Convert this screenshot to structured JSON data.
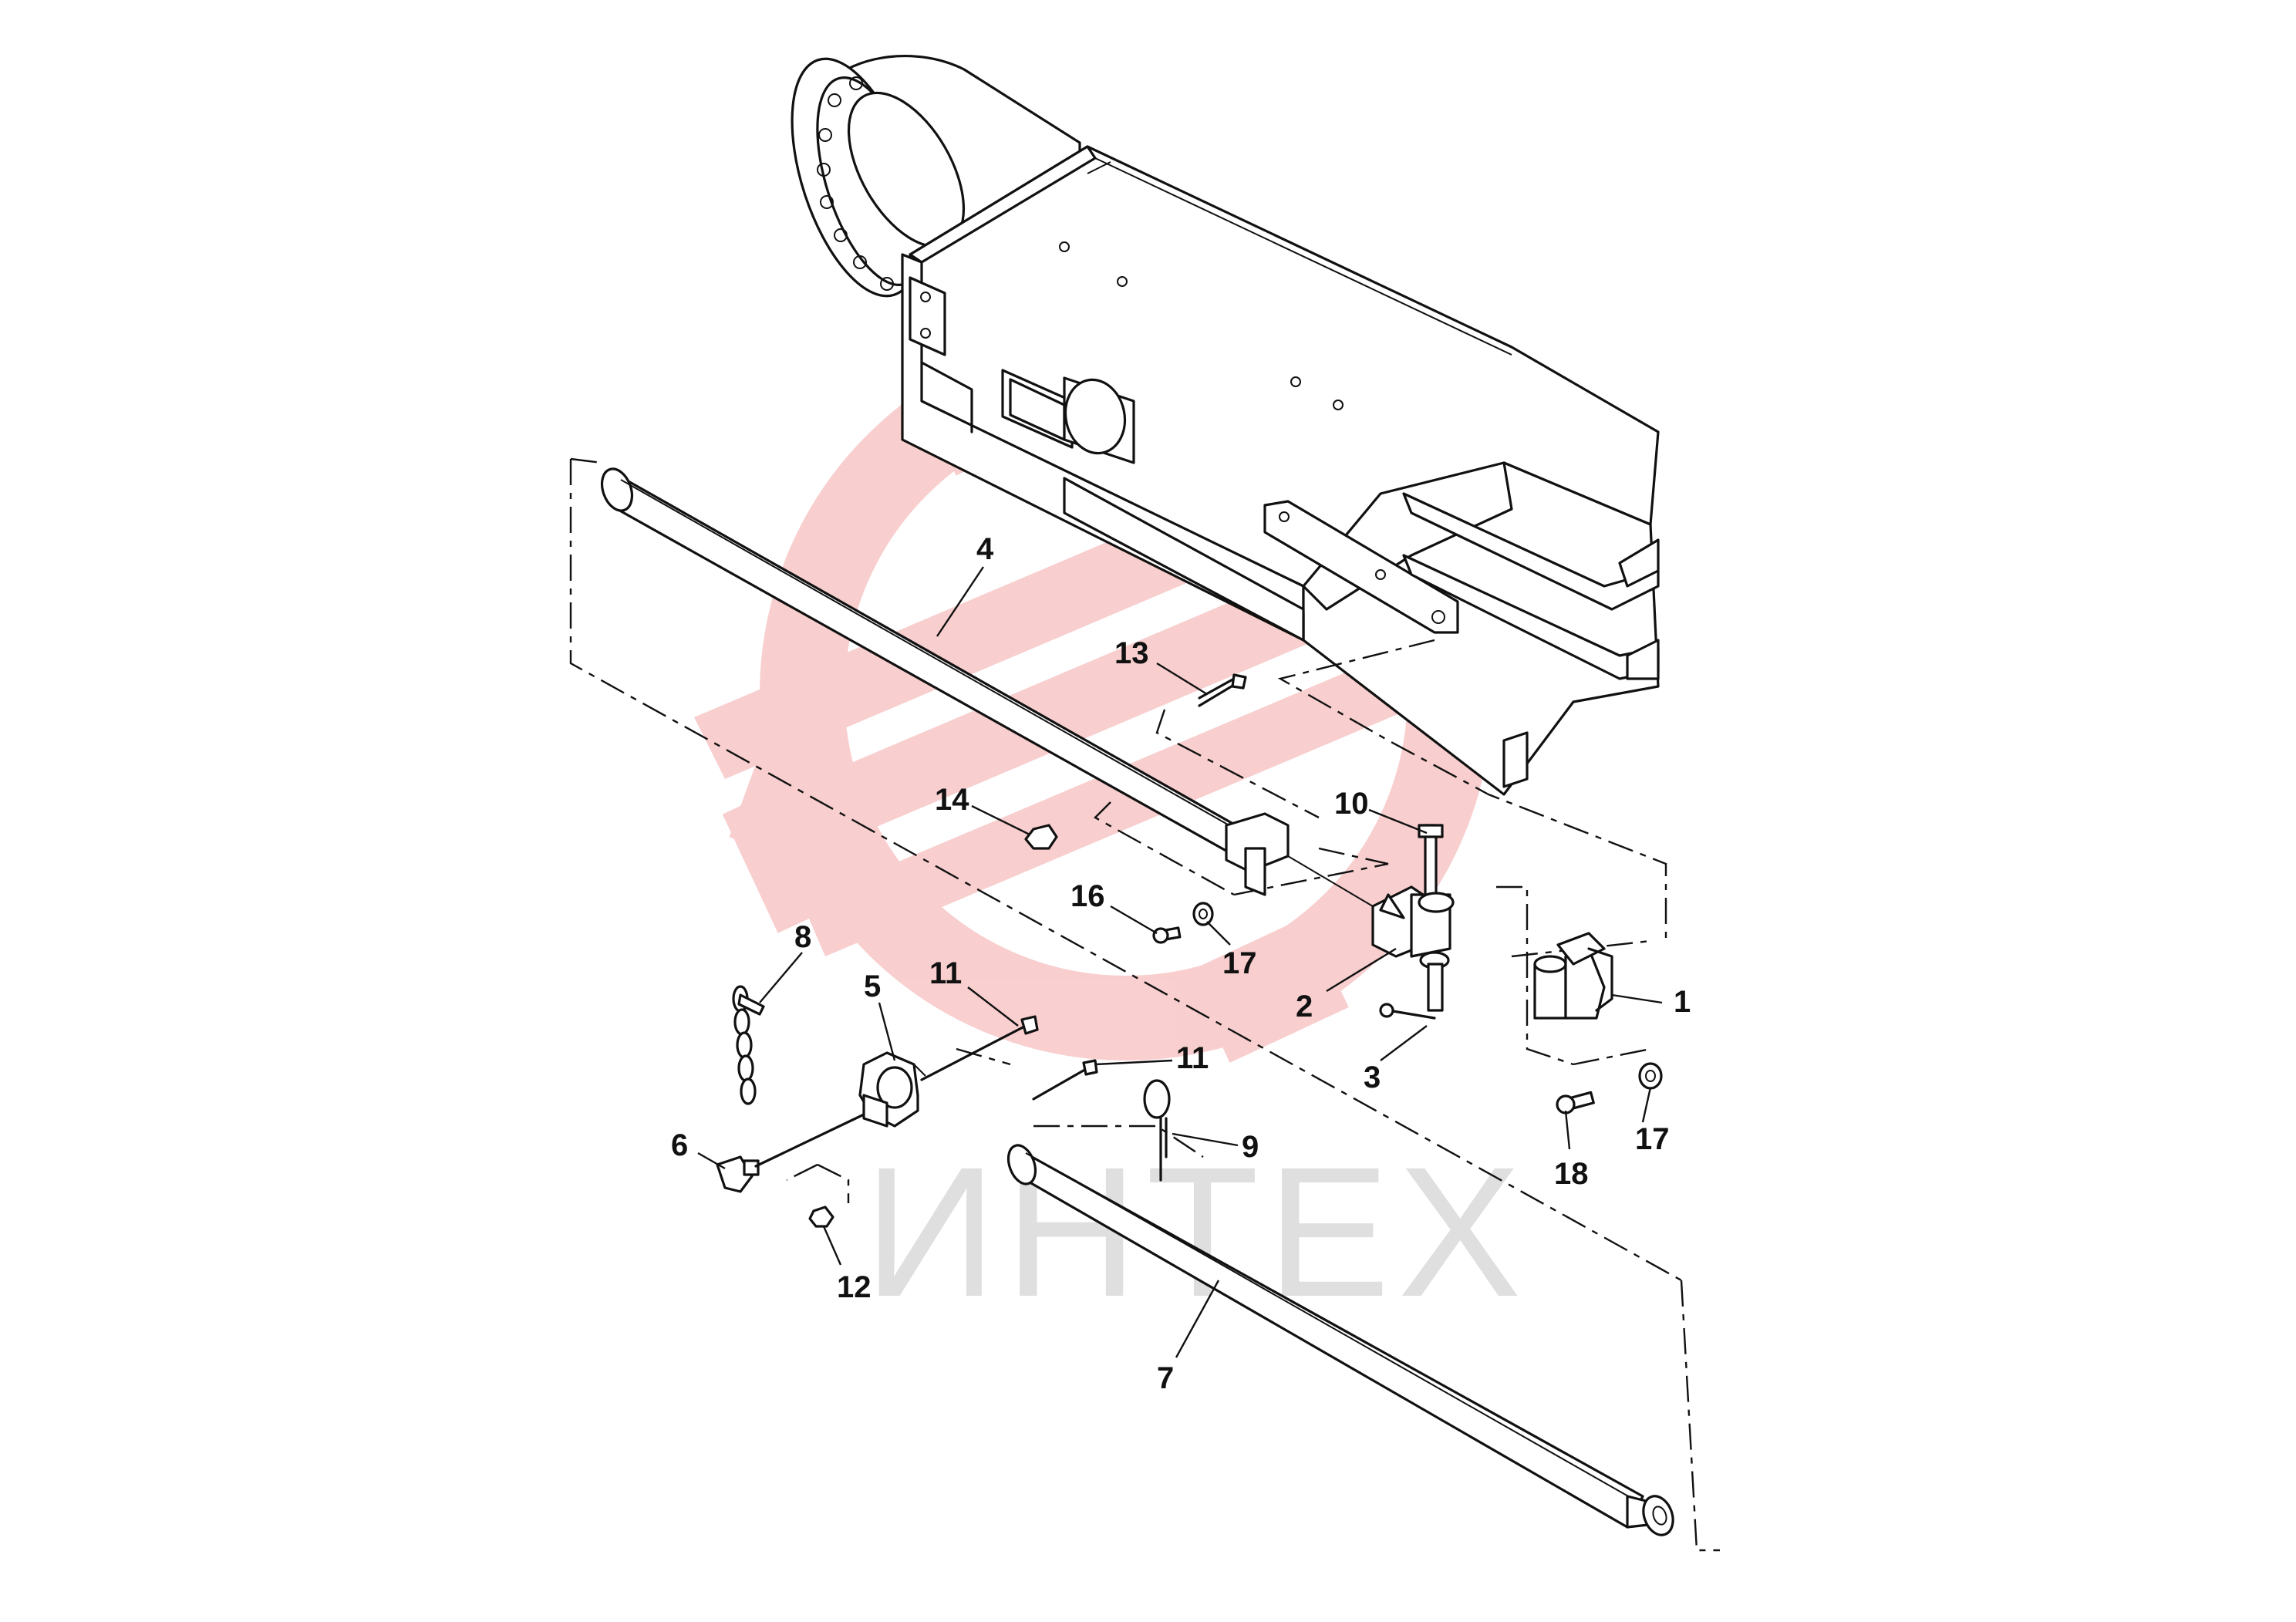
{
  "watermark": {
    "text": "ИНТЕХ",
    "logo_color": "#f4a7a7",
    "text_color": "#d8d8d8"
  },
  "callouts": [
    {
      "id": "1",
      "label": "1"
    },
    {
      "id": "2",
      "label": "2"
    },
    {
      "id": "3",
      "label": "3"
    },
    {
      "id": "4",
      "label": "4"
    },
    {
      "id": "5",
      "label": "5"
    },
    {
      "id": "6",
      "label": "6"
    },
    {
      "id": "7",
      "label": "7"
    },
    {
      "id": "8",
      "label": "8"
    },
    {
      "id": "9",
      "label": "9"
    },
    {
      "id": "10",
      "label": "10"
    },
    {
      "id": "11a",
      "label": "11"
    },
    {
      "id": "11b",
      "label": "11"
    },
    {
      "id": "12",
      "label": "12"
    },
    {
      "id": "13",
      "label": "13"
    },
    {
      "id": "14",
      "label": "14"
    },
    {
      "id": "16",
      "label": "16"
    },
    {
      "id": "17a",
      "label": "17"
    },
    {
      "id": "17b",
      "label": "17"
    },
    {
      "id": "18",
      "label": "18"
    }
  ]
}
